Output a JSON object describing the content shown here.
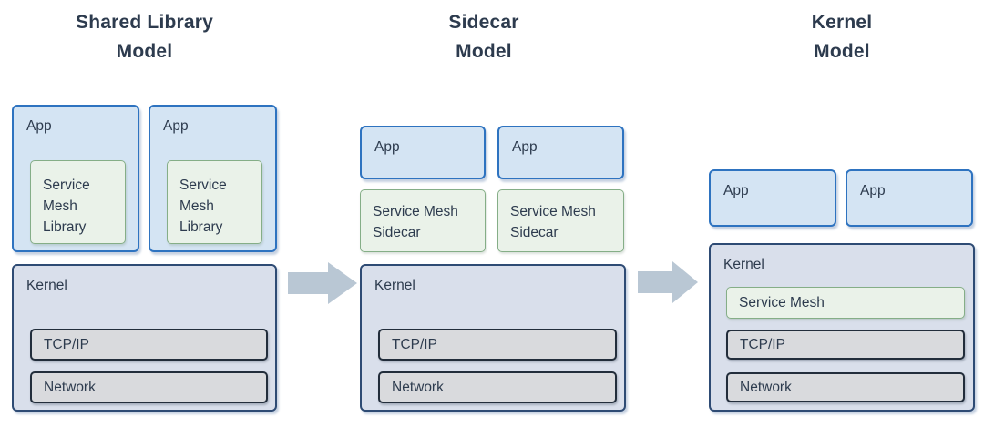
{
  "colors": {
    "background": "#ffffff",
    "text": "#2d3b4e",
    "app_fill": "#d4e4f3",
    "app_border": "#2e73c0",
    "mesh_fill": "#eaf2e9",
    "mesh_border": "#85ae87",
    "kernel_fill": "#d9dfeb",
    "kernel_border": "#2e4b74",
    "sub_fill": "#d9dadd",
    "sub_border": "#222d3b",
    "arrow": "#b9c7d4"
  },
  "columns": [
    {
      "id": "shared-library-model",
      "title_line1": "Shared Library",
      "title_line2": "Model",
      "app_label": "App",
      "mesh_label": "Service Mesh Library",
      "kernel_label": "Kernel",
      "tcpip_label": "TCP/IP",
      "network_label": "Network"
    },
    {
      "id": "sidecar-model",
      "title_line1": "Sidecar",
      "title_line2": "Model",
      "app_label": "App",
      "sidecar_label": "Service Mesh Sidecar",
      "kernel_label": "Kernel",
      "tcpip_label": "TCP/IP",
      "network_label": "Network"
    },
    {
      "id": "kernel-model",
      "title_line1": "Kernel",
      "title_line2": "Model",
      "app_label": "App",
      "mesh_label": "Service Mesh",
      "kernel_label": "Kernel",
      "tcpip_label": "TCP/IP",
      "network_label": "Network"
    }
  ]
}
